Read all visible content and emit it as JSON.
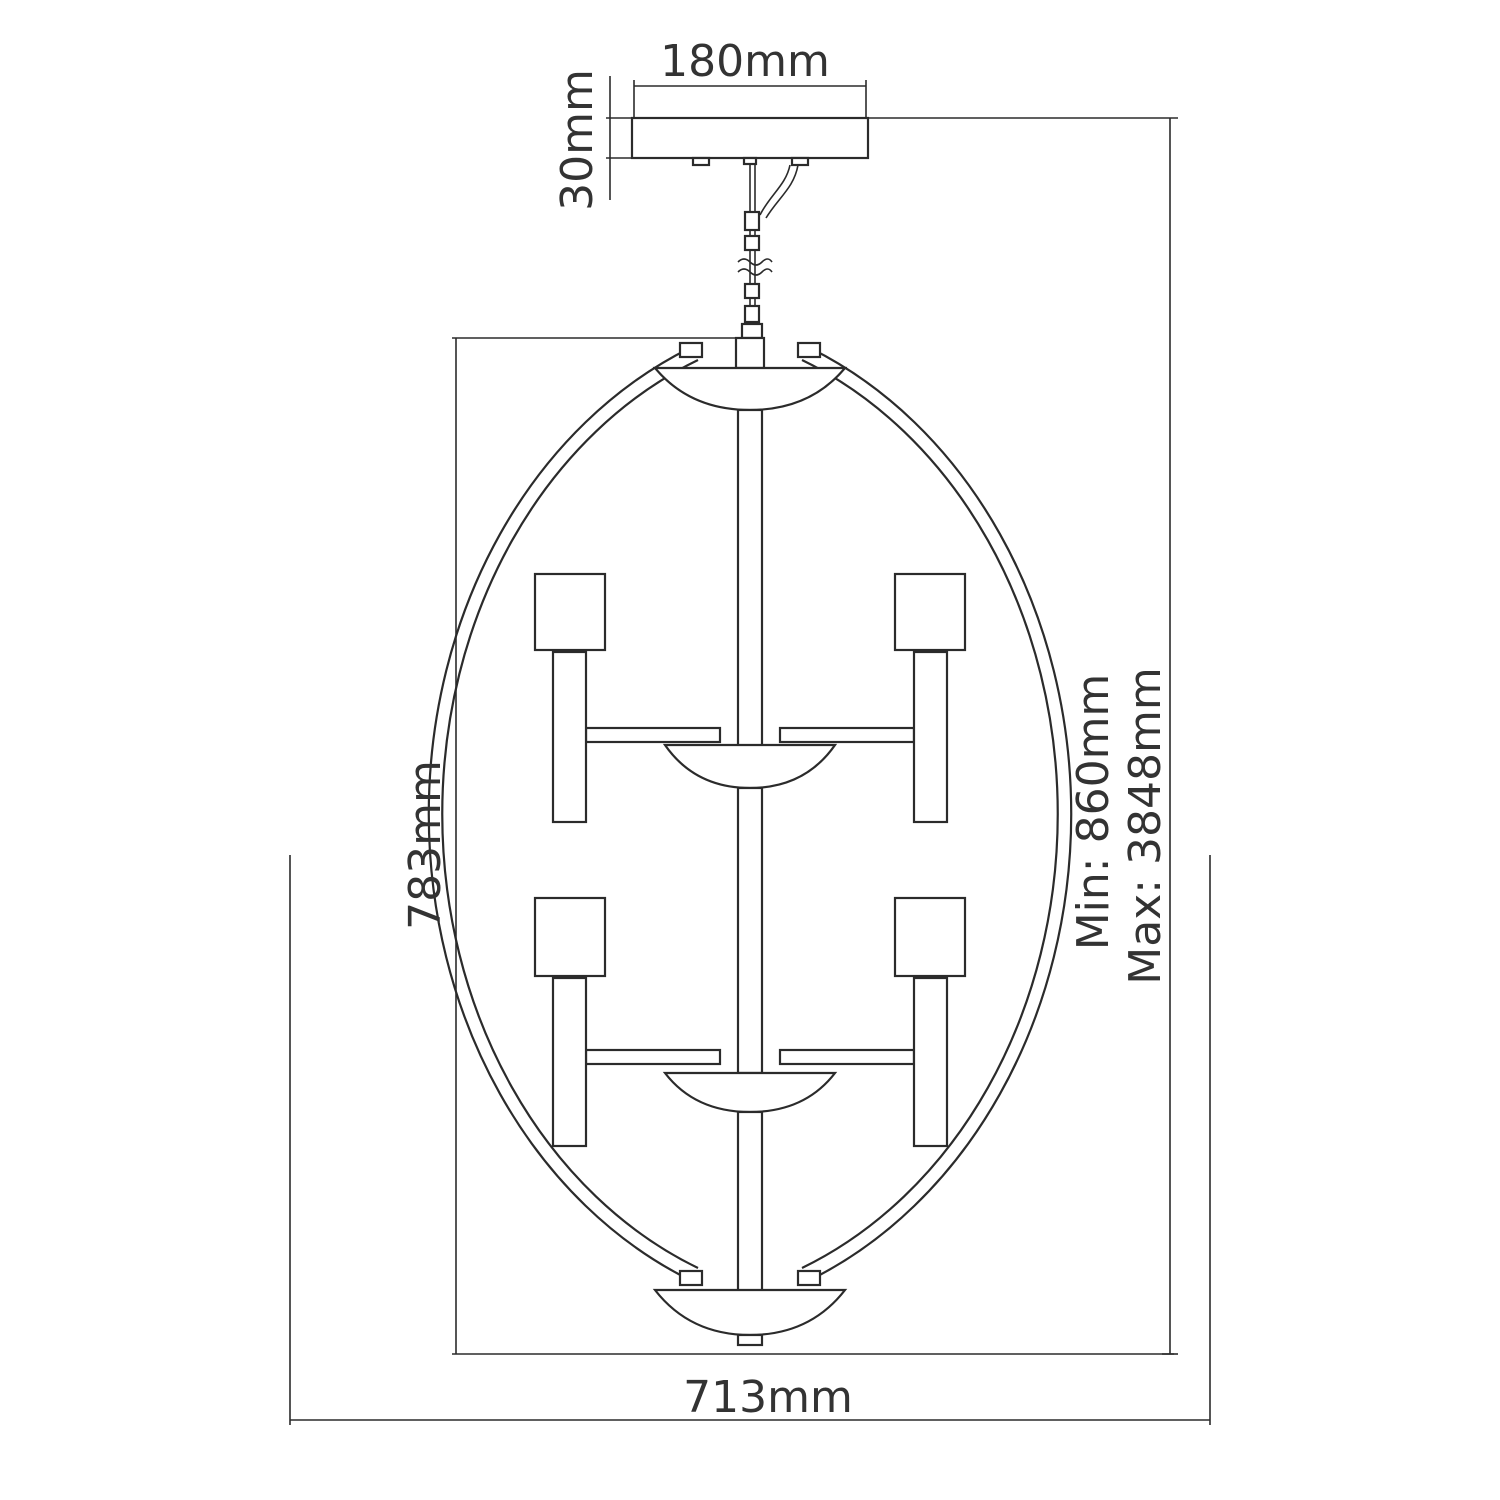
{
  "dimensions": {
    "canopy_width": "180mm",
    "canopy_height": "30mm",
    "body_height": "783mm",
    "body_width": "713mm",
    "drop_min": "Min: 860mm",
    "drop_max": "Max: 3848mm"
  },
  "colors": {
    "line": "#2b2b2b",
    "text": "#333333",
    "background": "#ffffff"
  }
}
